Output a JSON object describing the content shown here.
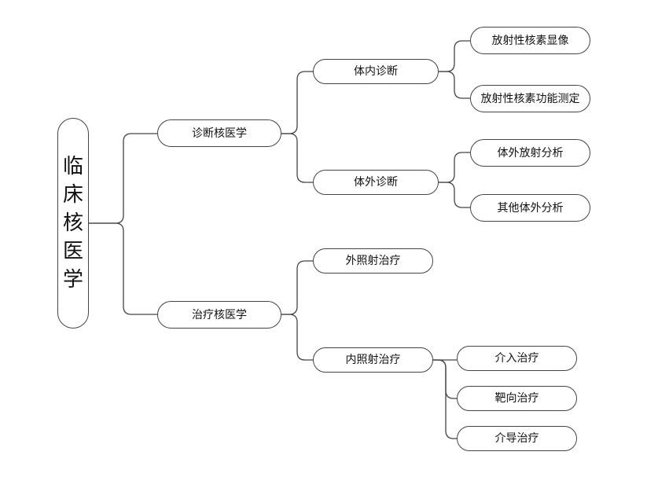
{
  "root": {
    "chars": [
      "临",
      "床",
      "核",
      "医",
      "学"
    ]
  },
  "branches": [
    {
      "label": "诊断核医学",
      "children": [
        {
          "label": "体内诊断",
          "children": [
            "放射性核素显像",
            "放射性核素功能测定"
          ]
        },
        {
          "label": "体外诊断",
          "children": [
            "体外放射分析",
            "其他体外分析"
          ]
        }
      ]
    },
    {
      "label": "治疗核医学",
      "children": [
        {
          "label": "外照射治疗",
          "children": []
        },
        {
          "label": "内照射治疗",
          "children": [
            "介入治疗",
            "靶向治疗",
            "介导治疗"
          ]
        }
      ]
    }
  ],
  "colors": {
    "line": "#444444",
    "border": "#444444",
    "text": "#111111",
    "background": "#ffffff"
  }
}
